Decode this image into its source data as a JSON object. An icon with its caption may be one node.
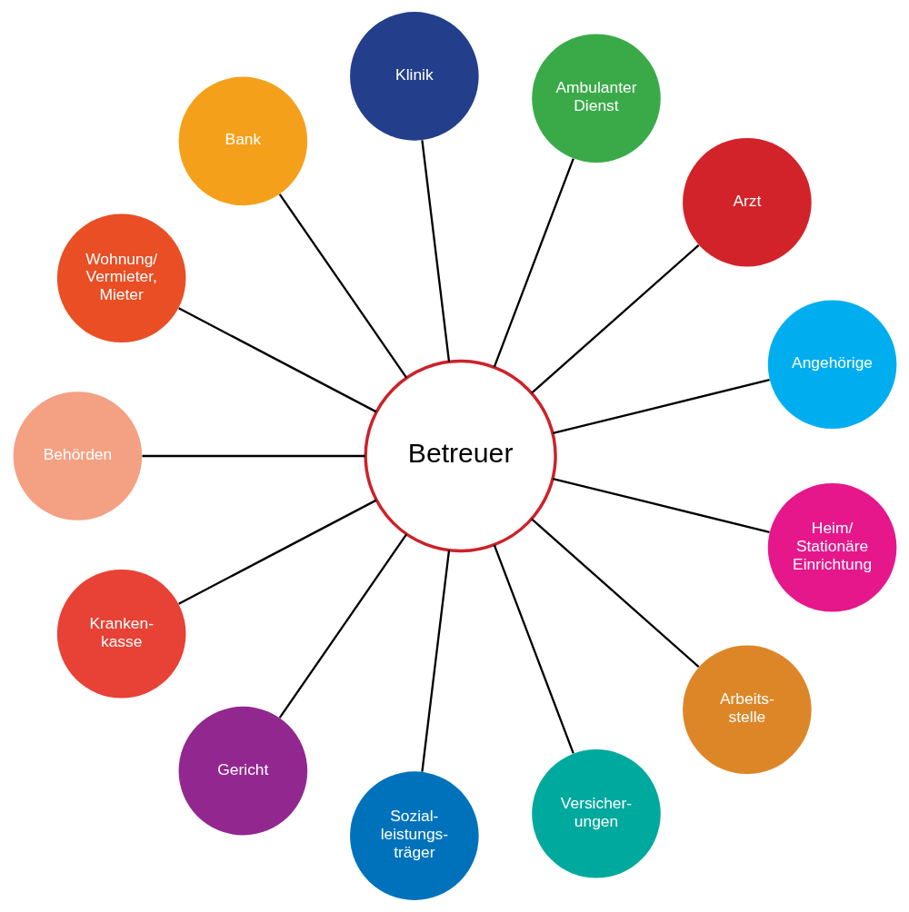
{
  "diagram": {
    "nodes": [
      {
        "text": [
          "Betreuer"
        ]
      },
      {
        "text": [
          "Angehörige"
        ]
      },
      {
        "text": [
          "Arzt"
        ]
      },
      {
        "text": [
          "Ambulanter Dienst"
        ]
      },
      {
        "text": [
          "Klinik"
        ]
      },
      {
        "text": [
          "Bank"
        ]
      },
      {
        "text": [
          "Wohnung/ Vermieter, Mieter"
        ]
      },
      {
        "text": [
          "Behörden"
        ]
      },
      {
        "text": [
          "Kranken- kasse"
        ]
      },
      {
        "text": [
          "Gericht"
        ]
      },
      {
        "text": [
          "Sozial- leistungs- träger"
        ]
      },
      {
        "text": [
          "Versicher- ungen"
        ]
      },
      {
        "text": [
          "Arbeits- stelle"
        ]
      },
      {
        "text": [
          "Heim/ Stationäre Einrichtung"
        ]
      }
    ],
    "edges": [
      {
        "from": 0,
        "to": 1,
        "arrow": "none"
      },
      {
        "from": 0,
        "to": 2,
        "arrow": "none"
      },
      {
        "from": 0,
        "to": 3,
        "arrow": "none"
      },
      {
        "from": 0,
        "to": 4,
        "arrow": "none"
      },
      {
        "from": 0,
        "to": 5,
        "arrow": "none"
      },
      {
        "from": 0,
        "to": 6,
        "arrow": "none"
      },
      {
        "from": 0,
        "to": 7,
        "arrow": "none"
      },
      {
        "from": 0,
        "to": 8,
        "arrow": "none"
      },
      {
        "from": 0,
        "to": 9,
        "arrow": "none"
      },
      {
        "from": 0,
        "to": 10,
        "arrow": "none"
      },
      {
        "from": 0,
        "to": 11,
        "arrow": "none"
      },
      {
        "from": 0,
        "to": 12,
        "arrow": "none"
      },
      {
        "from": 0,
        "to": 13,
        "arrow": "none"
      }
    ]
  }
}
